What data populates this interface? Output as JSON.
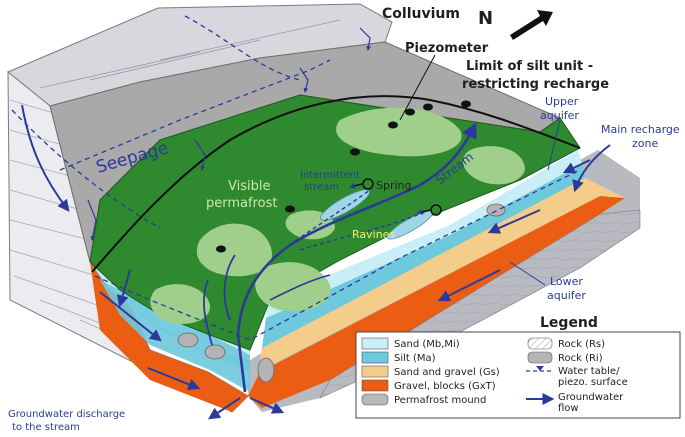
{
  "colors": {
    "rock_face": "#e8e8ec",
    "rock_lines": "#9a9aa6",
    "colluvium": "#a9a9a9",
    "surface_green": "#2f8a2f",
    "permafrost_patch": "#9fcf8a",
    "sand": "#c9eef7",
    "silt": "#6ec9dc",
    "sand_gravel": "#f4cd8a",
    "gravel_blocks": "#ea5d12",
    "permafrost_mound": "#b8b8b8",
    "arrow_blue": "#2b3a9a",
    "dark_text": "#1f1f1f"
  },
  "labels": {
    "colluvium": "Colluvium",
    "north": "N",
    "piezometer": "Piezometer",
    "limit_line1": "Limit of silt unit -",
    "limit_line2": "restricting recharge",
    "upper_aquifer_1": "Upper",
    "upper_aquifer_2": "aquifer",
    "main_recharge_1": "Main recharge",
    "main_recharge_2": "zone",
    "seepage": "Seepage",
    "visible_permafrost_1": "Visible",
    "visible_permafrost_2": "permafrost",
    "intermittent_1": "Intermittent",
    "intermittent_2": "stream",
    "spring": "Spring",
    "stream": "Stream",
    "ravines": "Ravines",
    "lower_aquifer_1": "Lower",
    "lower_aquifer_2": "aquifer",
    "discharge_1": "Groundwater discharge",
    "discharge_2": "to the stream"
  },
  "legend": {
    "title": "Legend",
    "items": [
      {
        "key": "sand",
        "label": "Sand  (Mb,Mi)"
      },
      {
        "key": "silt",
        "label": "Silt (Ma)"
      },
      {
        "key": "sand_gravel",
        "label": "Sand and gravel (Gs)"
      },
      {
        "key": "gravel_blocks",
        "label": "Gravel, blocks (GxT)"
      },
      {
        "key": "permafrost_mound",
        "label": "Permafrost mound"
      },
      {
        "key": "rock_rs",
        "label": "Rock (Rs)"
      },
      {
        "key": "rock_ri",
        "label": "Rock (Ri)"
      },
      {
        "key": "water_table_1",
        "label": "Water table/"
      },
      {
        "key": "water_table_2",
        "label": "piezo. surface"
      },
      {
        "key": "gw_flow_1",
        "label": "Groundwater"
      },
      {
        "key": "gw_flow_2",
        "label": "flow"
      }
    ]
  }
}
